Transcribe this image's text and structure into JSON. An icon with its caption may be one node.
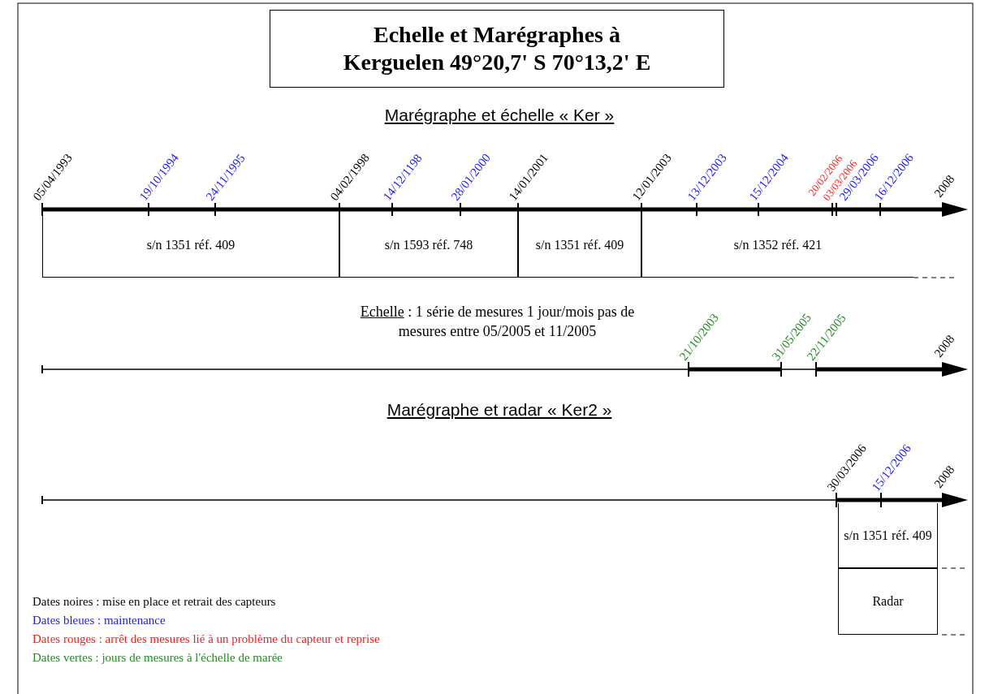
{
  "diagram": {
    "title": "Echelle et Marégraphes à Kerguelen 49°20,7' S 70°13,2' E",
    "nodes": [
      {
        "text": [
          "s/n 1351 réf. 409"
        ]
      },
      {
        "text": [
          "s/n 1593 réf. 748"
        ]
      },
      {
        "text": [
          "s/n 1351 réf. 409"
        ]
      },
      {
        "text": [
          "s/n 1352 réf. 421"
        ]
      },
      {
        "text": [
          "s/n 1351 réf. 409"
        ]
      },
      {
        "text": [
          "Radar"
        ]
      }
    ],
    "edges": [],
    "labels": [
      "Marégraphe et échelle « Ker »",
      "05/04/1993",
      "19/10/1994",
      "24/11/1995",
      "04/02/1998",
      "14/12/1198",
      "28/01/2000",
      "14/01/2001",
      "12/01/2003",
      "13/12/2003",
      "15/12/2004",
      "20/02/2006",
      "03/03/2006",
      "29/03/2006",
      "16/12/2006",
      "2008",
      "Echelle",
      ": 1 série de mesures 1 jour/mois pas de mesures entre 05/2005 et 11/2005",
      "21/10/2003",
      "31/05/2005",
      "22/11/2005",
      "2008",
      "Marégraphe et radar « Ker2 »",
      "30/03/2006",
      "15/12/2006",
      "2008"
    ],
    "legend": [
      {
        "text": "Dates noires : mise en place et retrait des capteurs",
        "color": "#000000"
      },
      {
        "text": "Dates bleues : maintenance",
        "color": "#1a1aff"
      },
      {
        "text": "Dates rouges : arrêt des mesures lié à un problème du capteur et reprise",
        "color": "#ff1a1a"
      },
      {
        "text": "Dates vertes : jours de mesures à l'échelle de marée",
        "color": "#228b22"
      }
    ]
  }
}
